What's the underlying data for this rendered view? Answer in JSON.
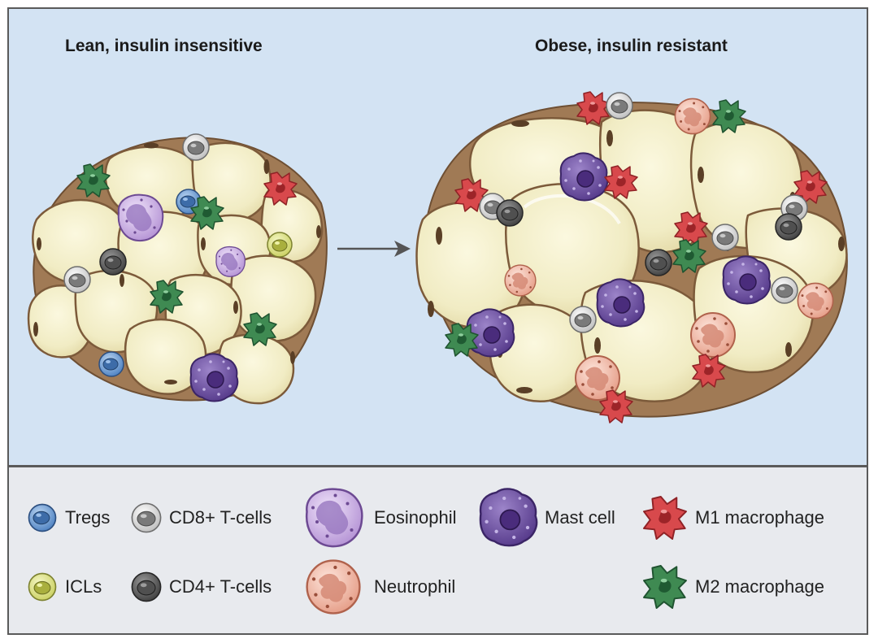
{
  "titles": {
    "lean": "Lean, insulin insensitive",
    "obese": "Obese, insulin resistant"
  },
  "legend": {
    "tregs": "Tregs",
    "cd8": "CD8+ T-cells",
    "eosinophil": "Eosinophil",
    "mast_cell": "Mast cell",
    "m1": "M1 macrophage",
    "icls": "ICLs",
    "cd4": "CD4+ T-cells",
    "neutrophil": "Neutrophil",
    "m2": "M2 macrophage"
  },
  "colors": {
    "background_top": "#d3e3f3",
    "background_legend": "#e8eaee",
    "adipocyte_fill": "#f1ecc4",
    "adipocyte_border": "#8a6a48",
    "nucleus": "#5a3f26",
    "treg": "#5b8fcf",
    "cd8": "#d9d9d9",
    "cd4": "#5e5e5e",
    "icl": "#dfe48a",
    "eosinophil": "#b89cd6",
    "mast_cell": "#6b4e9c",
    "neutrophil": "#f0b2a0",
    "m1_macrophage": "#d8494c",
    "m2_macrophage": "#3f8a52",
    "arrow": "#555555"
  }
}
